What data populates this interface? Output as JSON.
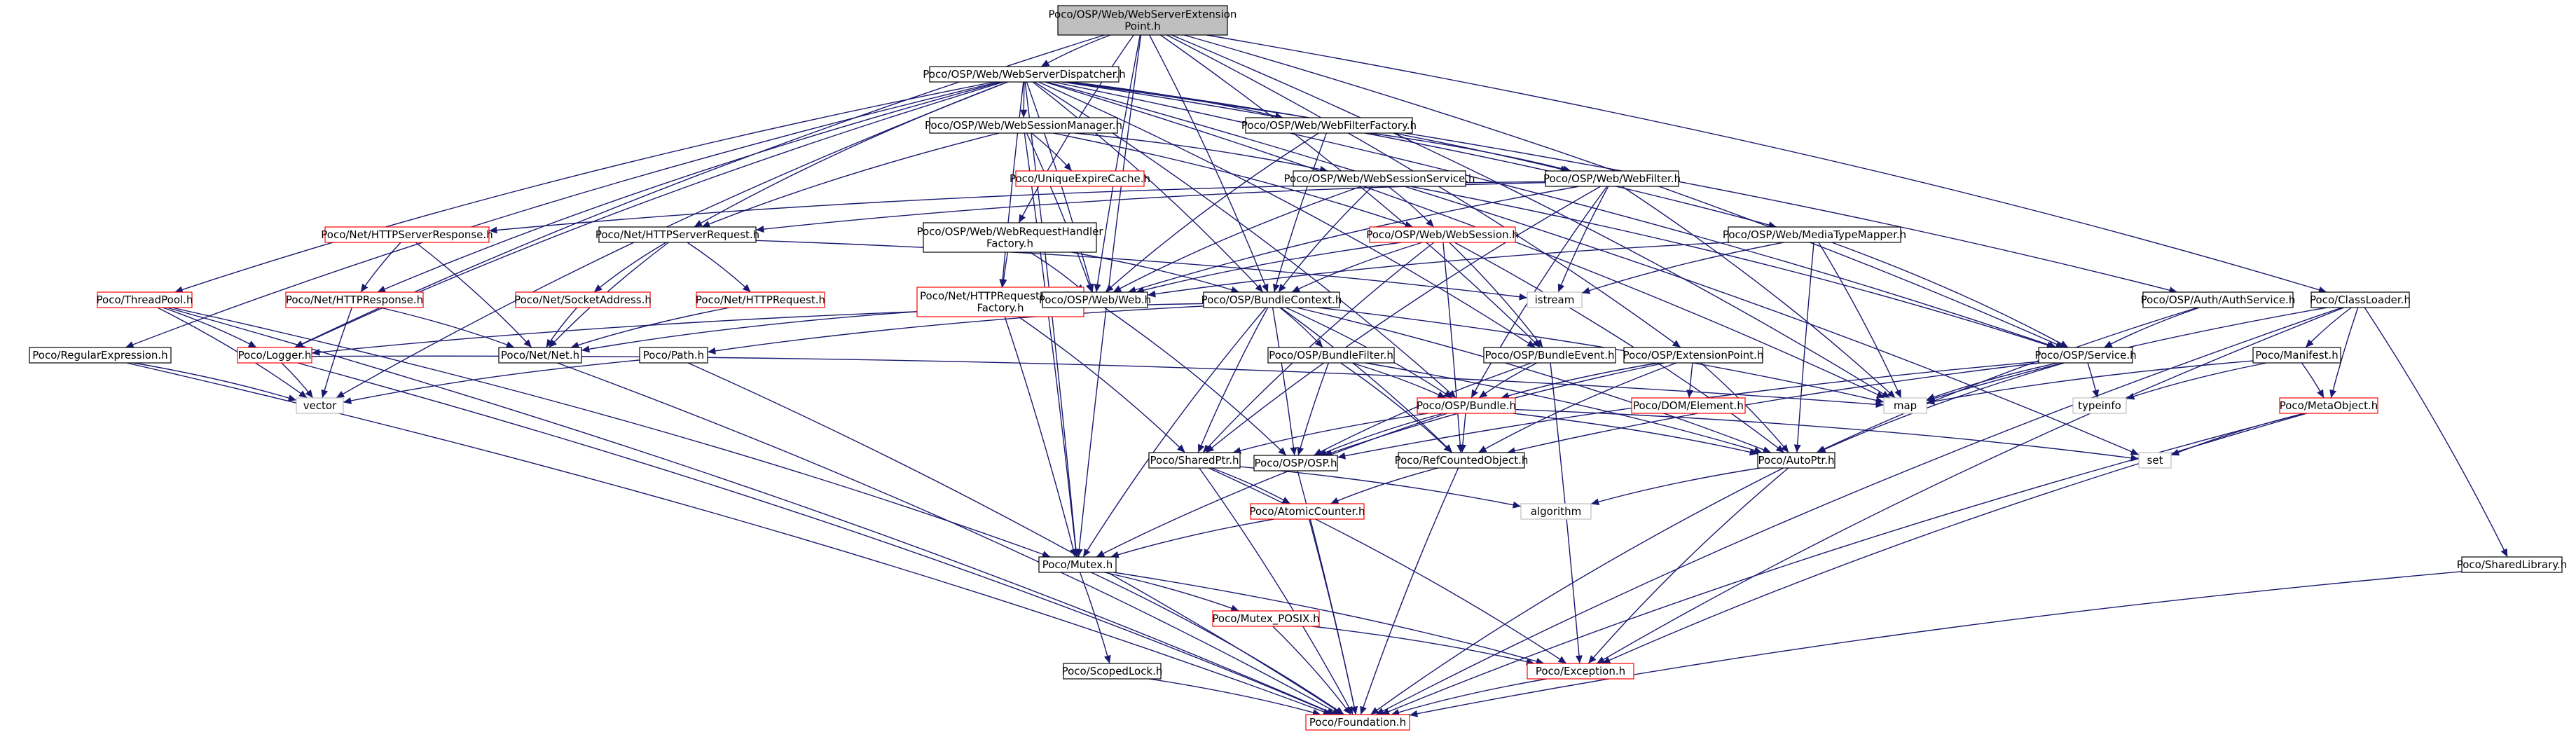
{
  "root": "Poco/OSP/Web/WebServerExtension Point.h",
  "nodes": [
    {
      "id": "root",
      "lines": [
        "Poco/OSP/Web/WebServerExtension",
        "Point.h"
      ],
      "style": "root"
    },
    {
      "id": "dispatcher",
      "lines": [
        "Poco/OSP/Web/WebServerDispatcher.h"
      ],
      "style": "black"
    },
    {
      "id": "sessionmgr",
      "lines": [
        "Poco/OSP/Web/WebSessionManager.h"
      ],
      "style": "black"
    },
    {
      "id": "filterfactory",
      "lines": [
        "Poco/OSP/Web/WebFilterFactory.h"
      ],
      "style": "black"
    },
    {
      "id": "expirecache",
      "lines": [
        "Poco/UniqueExpireCache.h"
      ],
      "style": "red"
    },
    {
      "id": "sessionservice",
      "lines": [
        "Poco/OSP/Web/WebSessionService.h"
      ],
      "style": "black"
    },
    {
      "id": "webfilter",
      "lines": [
        "Poco/OSP/Web/WebFilter.h"
      ],
      "style": "black"
    },
    {
      "id": "httpserverresponse",
      "lines": [
        "Poco/Net/HTTPServerResponse.h"
      ],
      "style": "red"
    },
    {
      "id": "httpserverrequest",
      "lines": [
        "Poco/Net/HTTPServerRequest.h"
      ],
      "style": "black"
    },
    {
      "id": "reqhandlerfactory",
      "lines": [
        "Poco/OSP/Web/WebRequestHandler",
        "Factory.h"
      ],
      "style": "black"
    },
    {
      "id": "websession",
      "lines": [
        "Poco/OSP/Web/WebSession.h"
      ],
      "style": "red"
    },
    {
      "id": "mediatypemapper",
      "lines": [
        "Poco/OSP/Web/MediaTypeMapper.h"
      ],
      "style": "black"
    },
    {
      "id": "threadpool",
      "lines": [
        "Poco/ThreadPool.h"
      ],
      "style": "red"
    },
    {
      "id": "httpresponse",
      "lines": [
        "Poco/Net/HTTPResponse.h"
      ],
      "style": "red"
    },
    {
      "id": "socketaddress",
      "lines": [
        "Poco/Net/SocketAddress.h"
      ],
      "style": "red"
    },
    {
      "id": "httprequest",
      "lines": [
        "Poco/Net/HTTPRequest.h"
      ],
      "style": "red"
    },
    {
      "id": "httpreqhandlerfactory",
      "lines": [
        "Poco/Net/HTTPRequestHandler",
        "Factory.h"
      ],
      "style": "red"
    },
    {
      "id": "web",
      "lines": [
        "Poco/OSP/Web/Web.h"
      ],
      "style": "black"
    },
    {
      "id": "istream",
      "lines": [
        "istream"
      ],
      "style": "gray"
    },
    {
      "id": "bundlecontext",
      "lines": [
        "Poco/OSP/BundleContext.h"
      ],
      "style": "black"
    },
    {
      "id": "authservice",
      "lines": [
        "Poco/OSP/Auth/AuthService.h"
      ],
      "style": "black"
    },
    {
      "id": "classloader",
      "lines": [
        "Poco/ClassLoader.h"
      ],
      "style": "black"
    },
    {
      "id": "regex",
      "lines": [
        "Poco/RegularExpression.h"
      ],
      "style": "black"
    },
    {
      "id": "logger",
      "lines": [
        "Poco/Logger.h"
      ],
      "style": "red"
    },
    {
      "id": "net",
      "lines": [
        "Poco/Net/Net.h"
      ],
      "style": "black"
    },
    {
      "id": "path",
      "lines": [
        "Poco/Path.h"
      ],
      "style": "black"
    },
    {
      "id": "bundlefilter",
      "lines": [
        "Poco/OSP/BundleFilter.h"
      ],
      "style": "black"
    },
    {
      "id": "bundleevent",
      "lines": [
        "Poco/OSP/BundleEvent.h"
      ],
      "style": "black"
    },
    {
      "id": "extensionpoint",
      "lines": [
        "Poco/OSP/ExtensionPoint.h"
      ],
      "style": "black"
    },
    {
      "id": "service",
      "lines": [
        "Poco/OSP/Service.h"
      ],
      "style": "black"
    },
    {
      "id": "manifest",
      "lines": [
        "Poco/Manifest.h"
      ],
      "style": "black"
    },
    {
      "id": "vector",
      "lines": [
        "vector"
      ],
      "style": "gray"
    },
    {
      "id": "map",
      "lines": [
        "map"
      ],
      "style": "gray"
    },
    {
      "id": "domelement",
      "lines": [
        "Poco/DOM/Element.h"
      ],
      "style": "red"
    },
    {
      "id": "bundle",
      "lines": [
        "Poco/OSP/Bundle.h"
      ],
      "style": "red"
    },
    {
      "id": "typeinfo",
      "lines": [
        "typeinfo"
      ],
      "style": "gray"
    },
    {
      "id": "metaobject",
      "lines": [
        "Poco/MetaObject.h"
      ],
      "style": "red"
    },
    {
      "id": "osp",
      "lines": [
        "Poco/OSP/OSP.h"
      ],
      "style": "black"
    },
    {
      "id": "sharedptr",
      "lines": [
        "Poco/SharedPtr.h"
      ],
      "style": "black"
    },
    {
      "id": "refcounted",
      "lines": [
        "Poco/RefCountedObject.h"
      ],
      "style": "black"
    },
    {
      "id": "autoptr",
      "lines": [
        "Poco/AutoPtr.h"
      ],
      "style": "black"
    },
    {
      "id": "set",
      "lines": [
        "set"
      ],
      "style": "gray"
    },
    {
      "id": "algorithm",
      "lines": [
        "algorithm"
      ],
      "style": "gray"
    },
    {
      "id": "atomiccounter",
      "lines": [
        "Poco/AtomicCounter.h"
      ],
      "style": "red"
    },
    {
      "id": "mutex",
      "lines": [
        "Poco/Mutex.h"
      ],
      "style": "black"
    },
    {
      "id": "sharedlibrary",
      "lines": [
        "Poco/SharedLibrary.h"
      ],
      "style": "black"
    },
    {
      "id": "mutexposix",
      "lines": [
        "Poco/Mutex_POSIX.h"
      ],
      "style": "red"
    },
    {
      "id": "scopedlock",
      "lines": [
        "Poco/ScopedLock.h"
      ],
      "style": "black"
    },
    {
      "id": "exception",
      "lines": [
        "Poco/Exception.h"
      ],
      "style": "red"
    },
    {
      "id": "foundation",
      "lines": [
        "Poco/Foundation.h"
      ],
      "style": "red"
    }
  ],
  "edges": [
    [
      "root",
      "dispatcher"
    ],
    [
      "root",
      "web"
    ],
    [
      "root",
      "bundlecontext"
    ],
    [
      "root",
      "mutex"
    ],
    [
      "root",
      "classloader"
    ],
    [
      "root",
      "service"
    ],
    [
      "root",
      "extensionpoint"
    ],
    [
      "root",
      "reqhandlerfactory"
    ],
    [
      "root",
      "logger"
    ],
    [
      "root",
      "bundleevent"
    ],
    [
      "root",
      "map"
    ],
    [
      "dispatcher",
      "sessionmgr"
    ],
    [
      "dispatcher",
      "filterfactory"
    ],
    [
      "dispatcher",
      "webfilter"
    ],
    [
      "dispatcher",
      "httpserverrequest"
    ],
    [
      "dispatcher",
      "httpresponse"
    ],
    [
      "dispatcher",
      "threadpool"
    ],
    [
      "dispatcher",
      "regex"
    ],
    [
      "dispatcher",
      "logger"
    ],
    [
      "dispatcher",
      "vector"
    ],
    [
      "dispatcher",
      "web"
    ],
    [
      "dispatcher",
      "bundlecontext"
    ],
    [
      "dispatcher",
      "mediatypemapper"
    ],
    [
      "dispatcher",
      "authservice"
    ],
    [
      "dispatcher",
      "service"
    ],
    [
      "dispatcher",
      "mutex"
    ],
    [
      "dispatcher",
      "map"
    ],
    [
      "dispatcher",
      "set"
    ],
    [
      "dispatcher",
      "httpreqhandlerfactory"
    ],
    [
      "dispatcher",
      "bundle"
    ],
    [
      "dispatcher",
      "bundleevent"
    ],
    [
      "sessionmgr",
      "expirecache"
    ],
    [
      "sessionmgr",
      "sessionservice"
    ],
    [
      "sessionmgr",
      "websession"
    ],
    [
      "sessionmgr",
      "httpserverrequest"
    ],
    [
      "sessionmgr",
      "web"
    ],
    [
      "sessionmgr",
      "mutex"
    ],
    [
      "filterfactory",
      "webfilter"
    ],
    [
      "filterfactory",
      "web"
    ],
    [
      "filterfactory",
      "bundlecontext"
    ],
    [
      "sessionservice",
      "websession"
    ],
    [
      "sessionservice",
      "web"
    ],
    [
      "sessionservice",
      "service"
    ],
    [
      "sessionservice",
      "bundlecontext"
    ],
    [
      "webfilter",
      "httpserverresponse"
    ],
    [
      "webfilter",
      "httpserverrequest"
    ],
    [
      "webfilter",
      "web"
    ],
    [
      "webfilter",
      "istream"
    ],
    [
      "webfilter",
      "map"
    ],
    [
      "webfilter",
      "sharedptr"
    ],
    [
      "webfilter",
      "bundle"
    ],
    [
      "httpserverresponse",
      "httpresponse"
    ],
    [
      "httpserverresponse",
      "net"
    ],
    [
      "httpserverrequest",
      "socketaddress"
    ],
    [
      "httpserverrequest",
      "httprequest"
    ],
    [
      "httpserverrequest",
      "net"
    ],
    [
      "httpserverrequest",
      "istream"
    ],
    [
      "reqhandlerfactory",
      "httpreqhandlerfactory"
    ],
    [
      "reqhandlerfactory",
      "web"
    ],
    [
      "reqhandlerfactory",
      "bundlecontext"
    ],
    [
      "websession",
      "bundlecontext"
    ],
    [
      "websession",
      "web"
    ],
    [
      "websession",
      "sharedptr"
    ],
    [
      "websession",
      "autoptr"
    ],
    [
      "websession",
      "bundleevent"
    ],
    [
      "websession",
      "refcounted"
    ],
    [
      "mediatypemapper",
      "web"
    ],
    [
      "mediatypemapper",
      "istream"
    ],
    [
      "mediatypemapper",
      "service"
    ],
    [
      "mediatypemapper",
      "map"
    ],
    [
      "mediatypemapper",
      "autoptr"
    ],
    [
      "threadpool",
      "logger"
    ],
    [
      "threadpool",
      "vector"
    ],
    [
      "threadpool",
      "mutex"
    ],
    [
      "threadpool",
      "foundation"
    ],
    [
      "httpresponse",
      "net"
    ],
    [
      "httpresponse",
      "vector"
    ],
    [
      "socketaddress",
      "net"
    ],
    [
      "httprequest",
      "net"
    ],
    [
      "httpreqhandlerfactory",
      "net"
    ],
    [
      "httpreqhandlerfactory",
      "sharedptr"
    ],
    [
      "httpreqhandlerfactory",
      "mutex"
    ],
    [
      "web",
      "osp"
    ],
    [
      "bundlecontext",
      "bundlefilter"
    ],
    [
      "bundlecontext",
      "bundle"
    ],
    [
      "bundlecontext",
      "logger"
    ],
    [
      "bundlecontext",
      "path"
    ],
    [
      "bundlecontext",
      "sharedptr"
    ],
    [
      "bundlecontext",
      "osp"
    ],
    [
      "bundlecontext",
      "refcounted"
    ],
    [
      "bundlecontext",
      "autoptr"
    ],
    [
      "bundlecontext",
      "mutex"
    ],
    [
      "bundlecontext",
      "map"
    ],
    [
      "authservice",
      "service"
    ],
    [
      "authservice",
      "autoptr"
    ],
    [
      "classloader",
      "manifest"
    ],
    [
      "classloader",
      "metaobject"
    ],
    [
      "classloader",
      "sharedlibrary"
    ],
    [
      "classloader",
      "map"
    ],
    [
      "classloader",
      "exception"
    ],
    [
      "classloader",
      "foundation"
    ],
    [
      "regex",
      "vector"
    ],
    [
      "regex",
      "foundation"
    ],
    [
      "logger",
      "vector"
    ],
    [
      "logger",
      "map"
    ],
    [
      "logger",
      "foundation"
    ],
    [
      "net",
      "foundation"
    ],
    [
      "path",
      "vector"
    ],
    [
      "path",
      "foundation"
    ],
    [
      "bundlefilter",
      "bundle"
    ],
    [
      "bundlefilter",
      "osp"
    ],
    [
      "bundlefilter",
      "refcounted"
    ],
    [
      "bundlefilter",
      "autoptr"
    ],
    [
      "bundleevent",
      "bundle"
    ],
    [
      "bundleevent",
      "osp"
    ],
    [
      "bundleevent",
      "exception"
    ],
    [
      "extensionpoint",
      "bundle"
    ],
    [
      "extensionpoint",
      "domelement"
    ],
    [
      "extensionpoint",
      "osp"
    ],
    [
      "extensionpoint",
      "refcounted"
    ],
    [
      "extensionpoint",
      "autoptr"
    ],
    [
      "service",
      "osp"
    ],
    [
      "service",
      "refcounted"
    ],
    [
      "service",
      "autoptr"
    ],
    [
      "service",
      "typeinfo"
    ],
    [
      "service",
      "map"
    ],
    [
      "manifest",
      "metaobject"
    ],
    [
      "manifest",
      "map"
    ],
    [
      "manifest",
      "typeinfo"
    ],
    [
      "metaobject",
      "set"
    ],
    [
      "metaobject",
      "exception"
    ],
    [
      "metaobject",
      "foundation"
    ],
    [
      "bundle",
      "osp"
    ],
    [
      "bundle",
      "refcounted"
    ],
    [
      "bundle",
      "autoptr"
    ],
    [
      "bundle",
      "mutex"
    ],
    [
      "bundle",
      "set"
    ],
    [
      "bundle",
      "sharedptr"
    ],
    [
      "osp",
      "foundation"
    ],
    [
      "sharedptr",
      "atomiccounter"
    ],
    [
      "sharedptr",
      "exception"
    ],
    [
      "sharedptr",
      "algorithm"
    ],
    [
      "sharedptr",
      "foundation"
    ],
    [
      "refcounted",
      "atomiccounter"
    ],
    [
      "refcounted",
      "foundation"
    ],
    [
      "autoptr",
      "exception"
    ],
    [
      "autoptr",
      "algorithm"
    ],
    [
      "autoptr",
      "foundation"
    ],
    [
      "atomiccounter",
      "mutex"
    ],
    [
      "atomiccounter",
      "foundation"
    ],
    [
      "mutex",
      "mutexposix"
    ],
    [
      "mutex",
      "scopedlock"
    ],
    [
      "mutex",
      "exception"
    ],
    [
      "mutex",
      "foundation"
    ],
    [
      "sharedlibrary",
      "foundation"
    ],
    [
      "mutexposix",
      "exception"
    ],
    [
      "mutexposix",
      "foundation"
    ],
    [
      "scopedlock",
      "foundation"
    ],
    [
      "exception",
      "foundation"
    ]
  ]
}
